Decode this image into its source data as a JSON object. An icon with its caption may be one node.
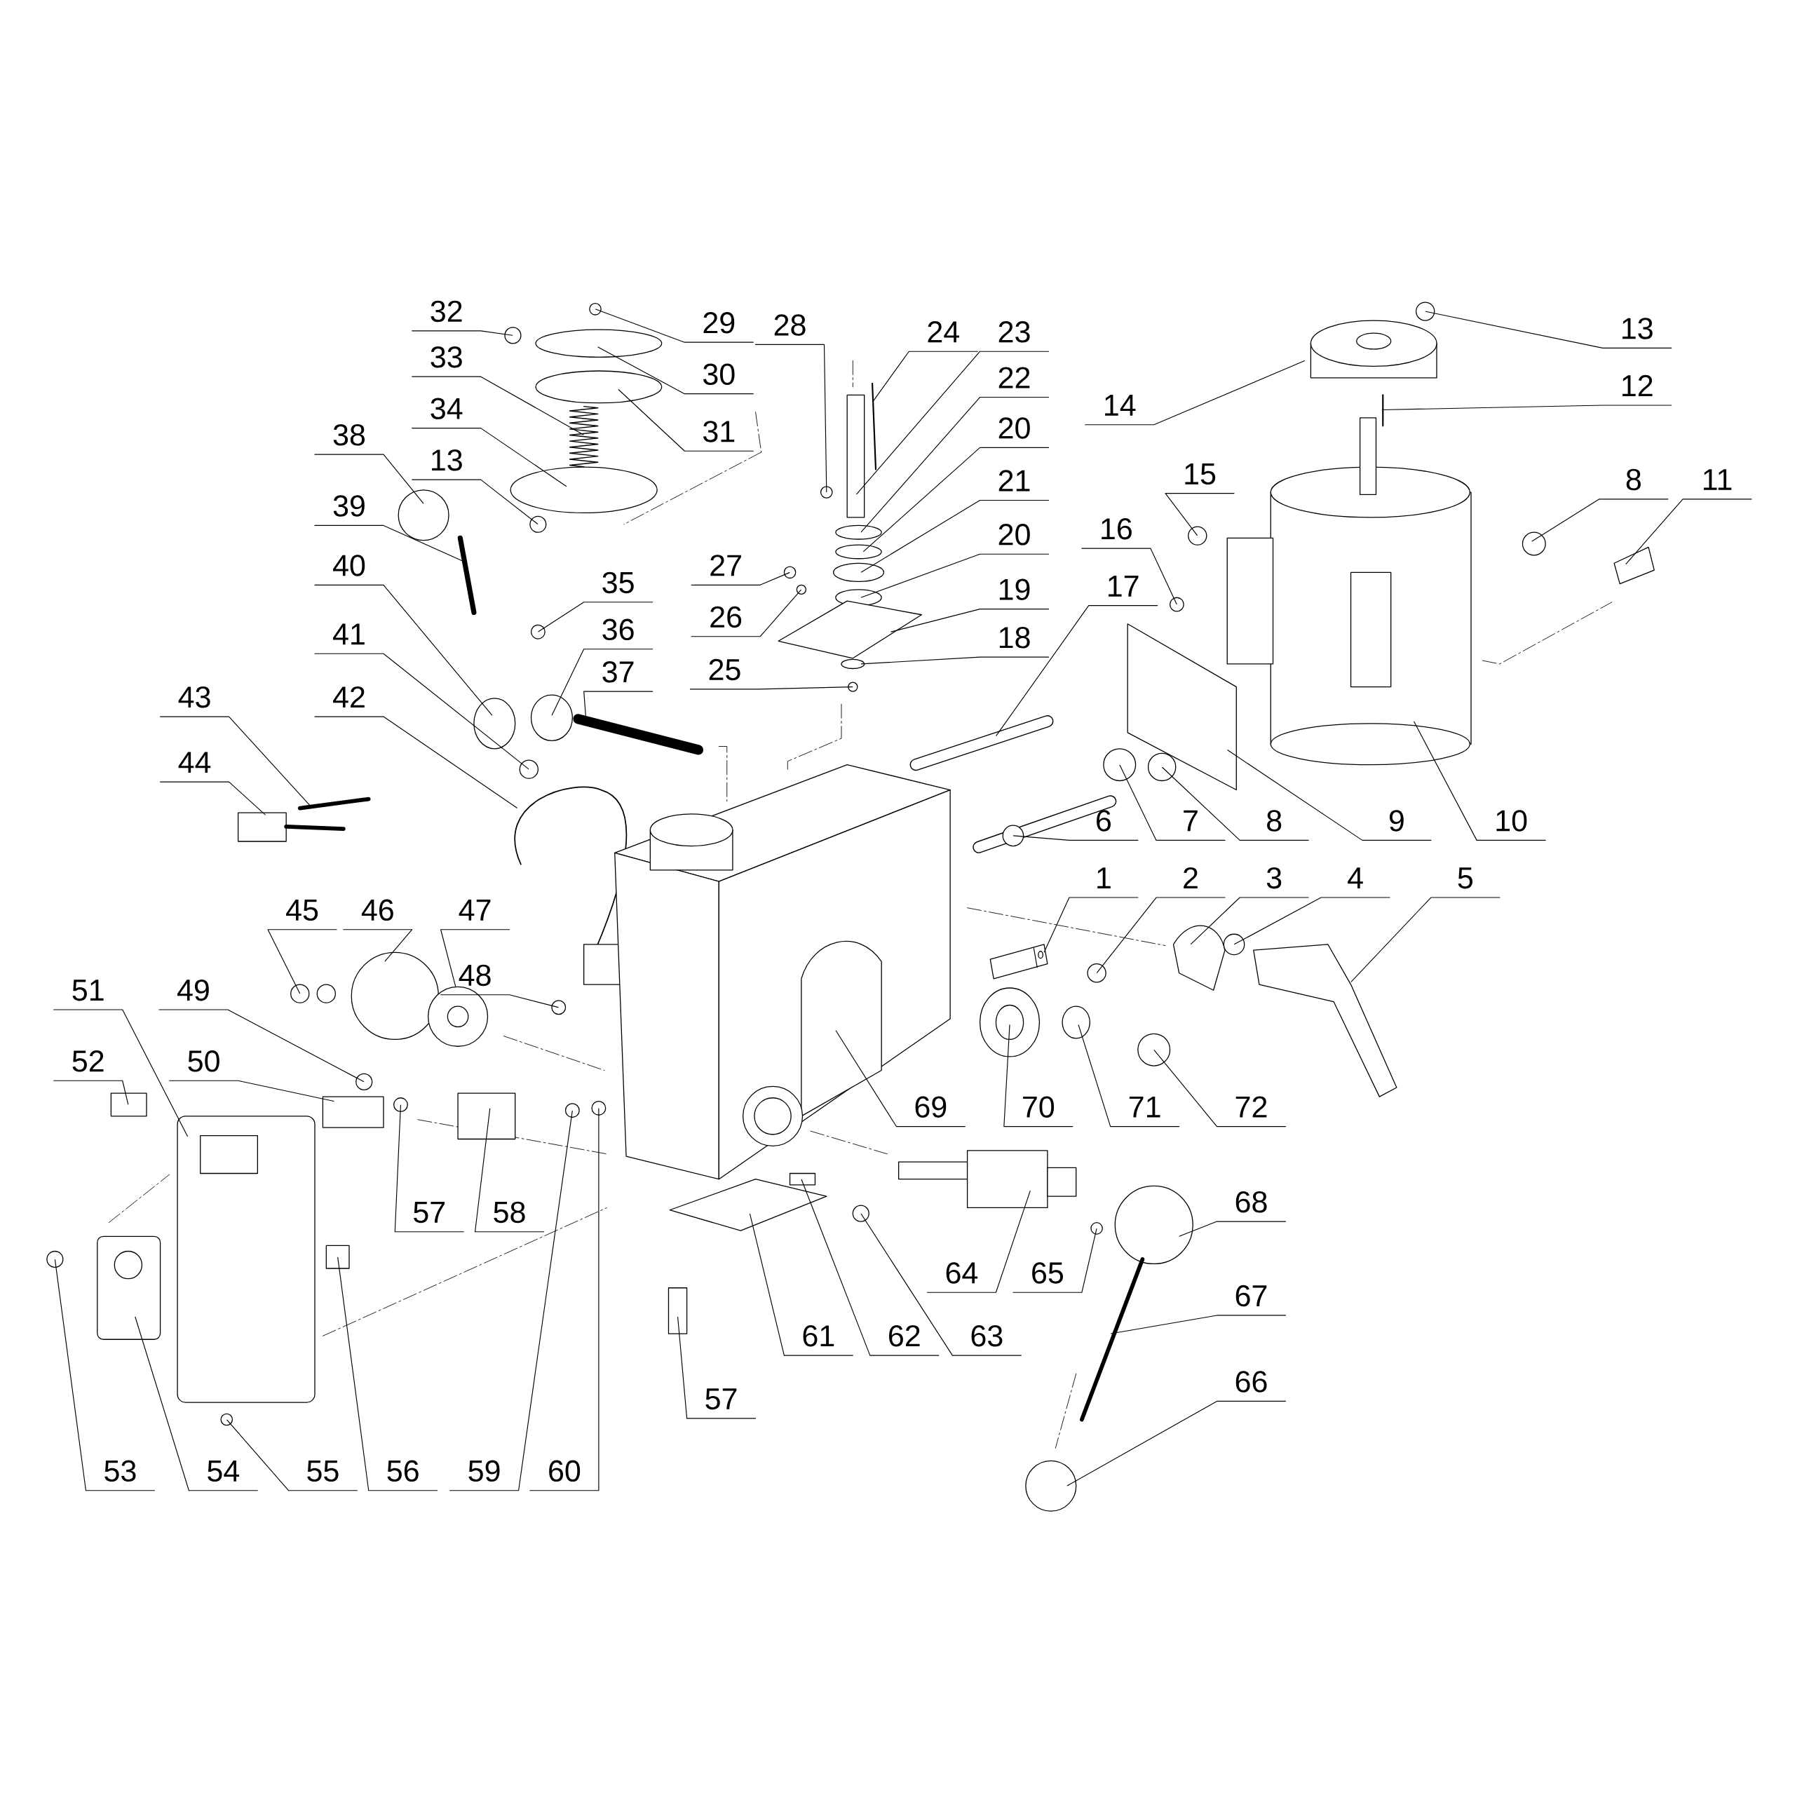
{
  "diagram": {
    "nodes": [
      {
        "text": [
          "32"
        ]
      },
      {
        "text": [
          "29"
        ]
      },
      {
        "text": [
          "28"
        ]
      },
      {
        "text": [
          "24"
        ]
      },
      {
        "text": [
          "23"
        ]
      },
      {
        "text": [
          "22"
        ]
      },
      {
        "text": [
          "20"
        ]
      },
      {
        "text": [
          "21"
        ]
      },
      {
        "text": [
          "20"
        ]
      },
      {
        "text": [
          "19"
        ]
      },
      {
        "text": [
          "18"
        ]
      },
      {
        "text": [
          "25"
        ]
      },
      {
        "text": [
          "27"
        ]
      },
      {
        "text": [
          "26"
        ]
      },
      {
        "text": [
          "33"
        ]
      },
      {
        "text": [
          "30"
        ]
      },
      {
        "text": [
          "31"
        ]
      },
      {
        "text": [
          "34"
        ]
      },
      {
        "text": [
          "38"
        ]
      },
      {
        "text": [
          "13"
        ]
      },
      {
        "text": [
          "39"
        ]
      },
      {
        "text": [
          "40"
        ]
      },
      {
        "text": [
          "35"
        ]
      },
      {
        "text": [
          "36"
        ]
      },
      {
        "text": [
          "37"
        ]
      },
      {
        "text": [
          "41"
        ]
      },
      {
        "text": [
          "43"
        ]
      },
      {
        "text": [
          "42"
        ]
      },
      {
        "text": [
          "44"
        ]
      },
      {
        "text": [
          "45"
        ]
      },
      {
        "text": [
          "46"
        ]
      },
      {
        "text": [
          "47"
        ]
      },
      {
        "text": [
          "48"
        ]
      },
      {
        "text": [
          "49"
        ]
      },
      {
        "text": [
          "50"
        ]
      },
      {
        "text": [
          "51"
        ]
      },
      {
        "text": [
          "52"
        ]
      },
      {
        "text": [
          "57"
        ]
      },
      {
        "text": [
          "58"
        ]
      },
      {
        "text": [
          "53"
        ]
      },
      {
        "text": [
          "54"
        ]
      },
      {
        "text": [
          "55"
        ]
      },
      {
        "text": [
          "56"
        ]
      },
      {
        "text": [
          "59"
        ]
      },
      {
        "text": [
          "60"
        ]
      },
      {
        "text": [
          "57"
        ]
      },
      {
        "text": [
          "61"
        ]
      },
      {
        "text": [
          "62"
        ]
      },
      {
        "text": [
          "63"
        ]
      },
      {
        "text": [
          "64"
        ]
      },
      {
        "text": [
          "65"
        ]
      },
      {
        "text": [
          "68"
        ]
      },
      {
        "text": [
          "67"
        ]
      },
      {
        "text": [
          "66"
        ]
      },
      {
        "text": [
          "69"
        ]
      },
      {
        "text": [
          "70"
        ]
      },
      {
        "text": [
          "71"
        ]
      },
      {
        "text": [
          "72"
        ]
      },
      {
        "text": [
          "1"
        ]
      },
      {
        "text": [
          "2"
        ]
      },
      {
        "text": [
          "3"
        ]
      },
      {
        "text": [
          "4"
        ]
      },
      {
        "text": [
          "5"
        ]
      },
      {
        "text": [
          "6"
        ]
      },
      {
        "text": [
          "7"
        ]
      },
      {
        "text": [
          "8"
        ]
      },
      {
        "text": [
          "9"
        ]
      },
      {
        "text": [
          "10"
        ]
      },
      {
        "text": [
          "17"
        ]
      },
      {
        "text": [
          "16"
        ]
      },
      {
        "text": [
          "15"
        ]
      },
      {
        "text": [
          "14"
        ]
      },
      {
        "text": [
          "13"
        ]
      },
      {
        "text": [
          "12"
        ]
      },
      {
        "text": [
          "8"
        ]
      },
      {
        "text": [
          "11"
        ]
      },
      {
        "text": [],
        "shape": "circle"
      },
      {
        "text": [],
        "shape": "circle"
      },
      {
        "text": [],
        "shape": "circle"
      },
      {
        "text": [],
        "shape": "picture"
      },
      {
        "text": [],
        "shape": "box"
      },
      {
        "text": [],
        "shape": "ellipse"
      },
      {
        "text": [],
        "shape": "ellipse"
      },
      {
        "text": [],
        "shape": "ellipse"
      },
      {
        "text": [],
        "shape": "ellipse"
      },
      {
        "text": [],
        "shape": "picture"
      },
      {
        "text": [],
        "shape": "ellipse"
      },
      {
        "text": [],
        "shape": "circle"
      },
      {
        "text": [],
        "shape": "circle"
      },
      {
        "text": [],
        "shape": "circle"
      },
      {
        "text": [],
        "shape": "picture"
      },
      {
        "text": [],
        "shape": "ellipse"
      },
      {
        "text": [],
        "shape": "ellipse"
      },
      {
        "text": [],
        "shape": "ellipse"
      },
      {
        "text": [],
        "shape": "circle"
      },
      {
        "text": [],
        "shape": "circle"
      },
      {
        "text": [],
        "shape": "picture"
      },
      {
        "text": [],
        "shape": "ellipse"
      },
      {
        "text": [],
        "shape": "circle"
      },
      {
        "text": [],
        "shape": "ellipse"
      },
      {
        "text": [],
        "shape": "picture"
      },
      {
        "text": [],
        "shape": "circle"
      },
      {
        "text": [],
        "shape": "picture"
      },
      {
        "text": [],
        "shape": "picture"
      },
      {
        "text": [],
        "shape": "picture"
      },
      {
        "text": [],
        "shape": "picture"
      },
      {
        "text": [],
        "shape": "circle"
      },
      {
        "text": [],
        "shape": "picture"
      },
      {
        "text": [],
        "shape": "circle"
      },
      {
        "text": [],
        "shape": "circle"
      },
      {
        "text": [],
        "shape": "box"
      },
      {
        "text": [],
        "shape": "picture"
      },
      {
        "text": [],
        "shape": "box"
      },
      {
        "text": [],
        "shape": "circle"
      },
      {
        "text": [],
        "shape": "box"
      },
      {
        "text": [],
        "shape": "circle"
      },
      {
        "text": [],
        "shape": "picture"
      },
      {
        "text": [],
        "shape": "circle"
      },
      {
        "text": [],
        "shape": "box"
      },
      {
        "text": [],
        "shape": "circle"
      },
      {
        "text": [],
        "shape": "circle"
      },
      {
        "text": [],
        "shape": "box"
      },
      {
        "text": [],
        "shape": "picture"
      },
      {
        "text": [],
        "shape": "box"
      },
      {
        "text": [],
        "shape": "circle"
      },
      {
        "text": [],
        "shape": "picture"
      },
      {
        "text": [],
        "shape": "circle"
      },
      {
        "text": [],
        "shape": "circle"
      },
      {
        "text": [],
        "shape": "picture"
      },
      {
        "text": [],
        "shape": "circle"
      },
      {
        "text": [],
        "shape": "picture"
      },
      {
        "text": [],
        "shape": "picture"
      },
      {
        "text": [],
        "shape": "ellipse"
      },
      {
        "text": [],
        "shape": "circle"
      },
      {
        "text": [],
        "shape": "picture"
      },
      {
        "text": [],
        "shape": "circle"
      },
      {
        "text": [],
        "shape": "picture"
      },
      {
        "text": [],
        "shape": "circle"
      },
      {
        "text": [],
        "shape": "picture"
      },
      {
        "text": [],
        "shape": "circle"
      },
      {
        "text": [],
        "shape": "circle"
      },
      {
        "text": [],
        "shape": "circle"
      },
      {
        "text": [],
        "shape": "picture"
      },
      {
        "text": [],
        "shape": "picture"
      },
      {
        "text": [],
        "shape": "picture"
      },
      {
        "text": [],
        "shape": "circle"
      },
      {
        "text": [],
        "shape": "circle"
      },
      {
        "text": [],
        "shape": "picture"
      },
      {
        "text": [],
        "shape": "circle"
      },
      {
        "text": [],
        "shape": "picture"
      },
      {
        "text": [],
        "shape": "circle"
      },
      {
        "text": [],
        "shape": "picture"
      }
    ],
    "edges": [
      {
        "from": 0,
        "to": 76,
        "arrow": "none"
      },
      {
        "from": 1,
        "to": 77,
        "arrow": "none"
      },
      {
        "from": 2,
        "to": 78,
        "arrow": "none"
      },
      {
        "from": 3,
        "to": 79,
        "arrow": "none"
      },
      {
        "from": 4,
        "to": 80,
        "arrow": "none"
      },
      {
        "from": 5,
        "to": 81,
        "arrow": "none"
      },
      {
        "from": 6,
        "to": 82,
        "arrow": "none"
      },
      {
        "from": 7,
        "to": 83,
        "arrow": "none"
      },
      {
        "from": 8,
        "to": 84,
        "arrow": "none"
      },
      {
        "from": 9,
        "to": 85,
        "arrow": "none"
      },
      {
        "from": 10,
        "to": 86,
        "arrow": "none"
      },
      {
        "from": 11,
        "to": 87,
        "arrow": "none"
      },
      {
        "from": 12,
        "to": 88,
        "arrow": "none"
      },
      {
        "from": 13,
        "to": 89,
        "arrow": "none"
      },
      {
        "from": 14,
        "to": 90,
        "arrow": "none"
      },
      {
        "from": 15,
        "to": 91,
        "arrow": "none"
      },
      {
        "from": 16,
        "to": 92,
        "arrow": "none"
      },
      {
        "from": 17,
        "to": 93,
        "arrow": "none"
      },
      {
        "from": 18,
        "to": 94,
        "arrow": "none"
      },
      {
        "from": 19,
        "to": 95,
        "arrow": "none"
      },
      {
        "from": 20,
        "to": 96,
        "arrow": "none"
      },
      {
        "from": 21,
        "to": 97,
        "arrow": "none"
      },
      {
        "from": 22,
        "to": 98,
        "arrow": "none"
      },
      {
        "from": 23,
        "to": 99,
        "arrow": "none"
      },
      {
        "from": 24,
        "to": 100,
        "arrow": "none"
      },
      {
        "from": 25,
        "to": 101,
        "arrow": "none"
      },
      {
        "from": 26,
        "to": 102,
        "arrow": "none"
      },
      {
        "from": 27,
        "to": 103,
        "arrow": "none"
      },
      {
        "from": 28,
        "to": 104,
        "arrow": "none"
      },
      {
        "from": 29,
        "to": 105,
        "arrow": "none"
      },
      {
        "from": 30,
        "to": 106,
        "arrow": "none"
      },
      {
        "from": 31,
        "to": 107,
        "arrow": "none"
      },
      {
        "from": 32,
        "to": 108,
        "arrow": "none"
      },
      {
        "from": 33,
        "to": 109,
        "arrow": "none"
      },
      {
        "from": 34,
        "to": 110,
        "arrow": "none"
      },
      {
        "from": 35,
        "to": 111,
        "arrow": "none"
      },
      {
        "from": 36,
        "to": 112,
        "arrow": "none"
      },
      {
        "from": 37,
        "to": 113,
        "arrow": "none"
      },
      {
        "from": 38,
        "to": 114,
        "arrow": "none"
      },
      {
        "from": 39,
        "to": 115,
        "arrow": "none"
      },
      {
        "from": 40,
        "to": 116,
        "arrow": "none"
      },
      {
        "from": 41,
        "to": 117,
        "arrow": "none"
      },
      {
        "from": 42,
        "to": 118,
        "arrow": "none"
      },
      {
        "from": 43,
        "to": 119,
        "arrow": "none"
      },
      {
        "from": 44,
        "to": 120,
        "arrow": "none"
      },
      {
        "from": 45,
        "to": 121,
        "arrow": "none"
      },
      {
        "from": 46,
        "to": 122,
        "arrow": "none"
      },
      {
        "from": 47,
        "to": 123,
        "arrow": "none"
      },
      {
        "from": 48,
        "to": 124,
        "arrow": "none"
      },
      {
        "from": 49,
        "to": 125,
        "arrow": "none"
      },
      {
        "from": 50,
        "to": 126,
        "arrow": "none"
      },
      {
        "from": 51,
        "to": 127,
        "arrow": "none"
      },
      {
        "from": 52,
        "to": 128,
        "arrow": "none"
      },
      {
        "from": 53,
        "to": 129,
        "arrow": "none"
      },
      {
        "from": 54,
        "to": 130,
        "arrow": "none"
      },
      {
        "from": 55,
        "to": 131,
        "arrow": "none"
      },
      {
        "from": 56,
        "to": 132,
        "arrow": "none"
      },
      {
        "from": 57,
        "to": 133,
        "arrow": "none"
      },
      {
        "from": 58,
        "to": 134,
        "arrow": "none"
      },
      {
        "from": 59,
        "to": 135,
        "arrow": "none"
      },
      {
        "from": 60,
        "to": 136,
        "arrow": "none"
      },
      {
        "from": 61,
        "to": 137,
        "arrow": "none"
      },
      {
        "from": 62,
        "to": 138,
        "arrow": "none"
      },
      {
        "from": 63,
        "to": 139,
        "arrow": "none"
      },
      {
        "from": 64,
        "to": 140,
        "arrow": "none"
      },
      {
        "from": 65,
        "to": 141,
        "arrow": "none"
      },
      {
        "from": 66,
        "to": 142,
        "arrow": "none"
      },
      {
        "from": 67,
        "to": 143,
        "arrow": "none"
      },
      {
        "from": 68,
        "to": 144,
        "arrow": "none"
      },
      {
        "from": 69,
        "to": 145,
        "arrow": "none"
      },
      {
        "from": 70,
        "to": 146,
        "arrow": "none"
      },
      {
        "from": 71,
        "to": 147,
        "arrow": "none"
      },
      {
        "from": 72,
        "to": 148,
        "arrow": "none"
      },
      {
        "from": 73,
        "to": 149,
        "arrow": "none"
      },
      {
        "from": 74,
        "to": 150,
        "arrow": "none"
      },
      {
        "from": 75,
        "to": 151,
        "arrow": "none"
      }
    ]
  }
}
